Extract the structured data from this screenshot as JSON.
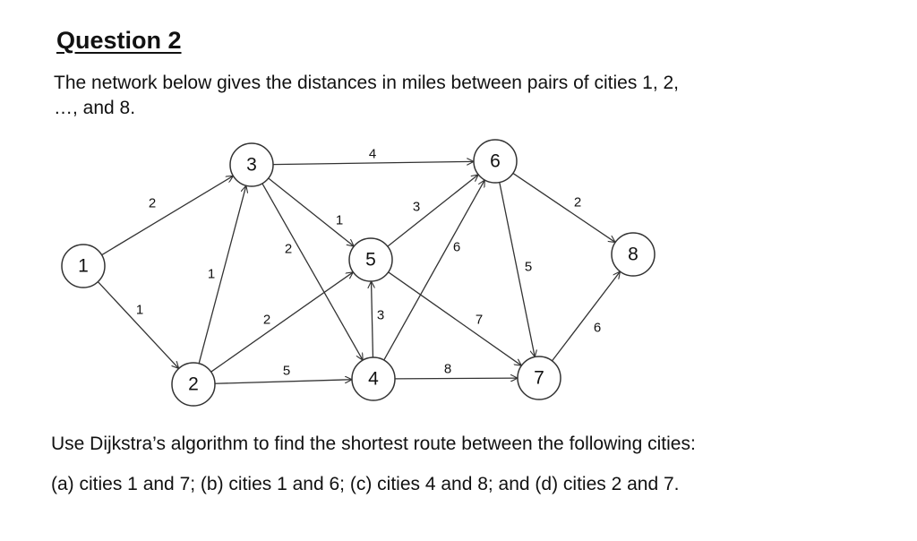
{
  "heading": "Question 2",
  "intro": "The network below gives the distances in miles between pairs of cities 1, 2, …, and 8.",
  "prompt": "Use Dijkstra’s algorithm to find the shortest route between the following cities:",
  "parts": "(a) cities 1 and 7;  (b) cities 1 and 6;  (c) cities 4 and 8; and (d) cities 2 and 7.",
  "network": {
    "nodes": [
      "1",
      "2",
      "3",
      "4",
      "5",
      "6",
      "7",
      "8"
    ],
    "edges": [
      {
        "from": "1",
        "to": "3",
        "weight": "2"
      },
      {
        "from": "1",
        "to": "2",
        "weight": "1"
      },
      {
        "from": "2",
        "to": "3",
        "weight": "1"
      },
      {
        "from": "3",
        "to": "6",
        "weight": "4"
      },
      {
        "from": "3",
        "to": "5",
        "weight": "1"
      },
      {
        "from": "3",
        "to": "4",
        "weight": "2"
      },
      {
        "from": "2",
        "to": "5",
        "weight": "2"
      },
      {
        "from": "2",
        "to": "4",
        "weight": "5"
      },
      {
        "from": "4",
        "to": "5",
        "weight": "3"
      },
      {
        "from": "5",
        "to": "6",
        "weight": "3"
      },
      {
        "from": "4",
        "to": "6",
        "weight": "6"
      },
      {
        "from": "5",
        "to": "7",
        "weight": "7"
      },
      {
        "from": "4",
        "to": "7",
        "weight": "8"
      },
      {
        "from": "6",
        "to": "7",
        "weight": "5"
      },
      {
        "from": "6",
        "to": "8",
        "weight": "2"
      },
      {
        "from": "7",
        "to": "8",
        "weight": "6"
      }
    ]
  }
}
